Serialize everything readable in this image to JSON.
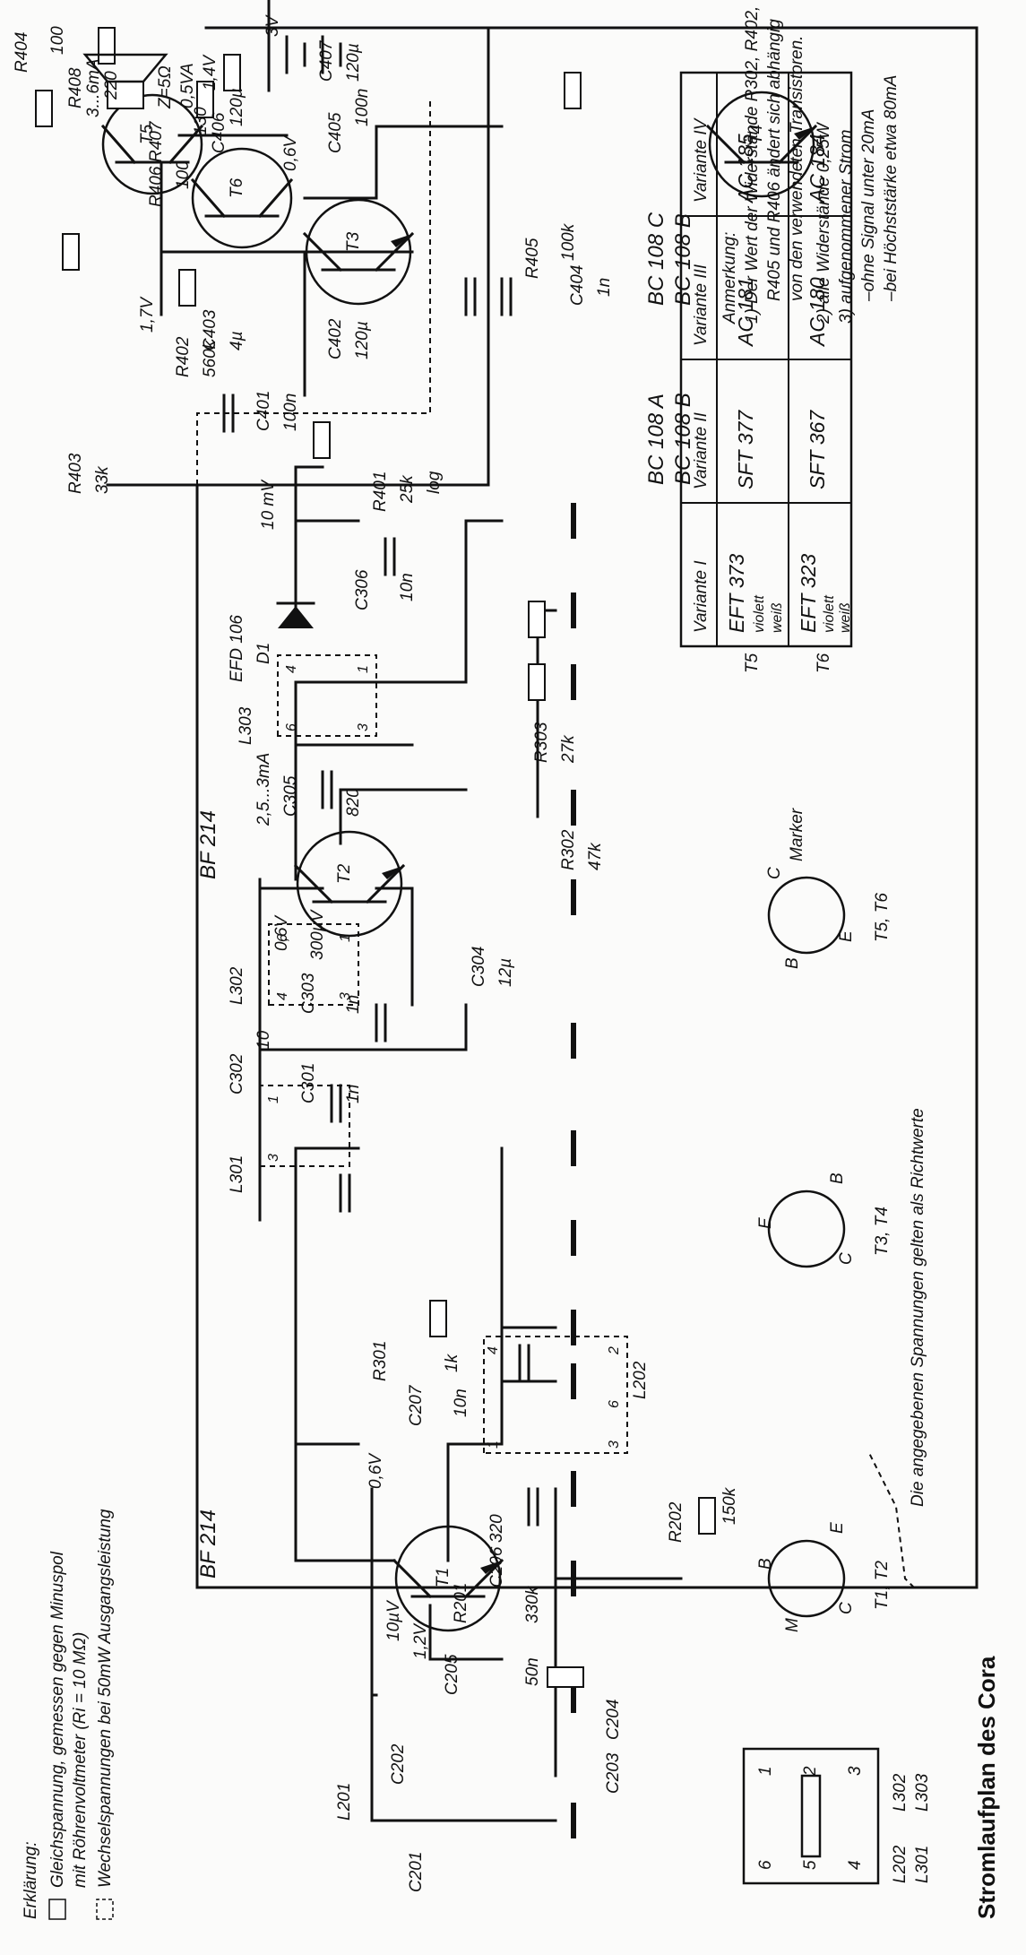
{
  "title": "Stromlaufplan des Cora",
  "legend": {
    "heading": "Erklärung:",
    "line1a": "Gleichspannung, gemessen gegen Minuspol",
    "line1b": "mit Röhrenvoltmeter (Ri = 10 MΩ)",
    "line2": "Wechselspannungen bei 50mW Ausgangsleistung"
  },
  "footnote_voltages": "Die angegebenen Spannungen gelten als Richtwerte",
  "remarks": {
    "heading": "Anmerkung:",
    "lines": [
      "1) Der Wert der Widerstände R302, R402,",
      "R405 und R406 ändert sich abhängig",
      "von den verwendeten Transistoren.",
      "2) alle Widerstände 0,25W",
      "3) aufgenommener Strom",
      "–ohne Signal unter 20mA",
      "–bei Höchststärke etwa 80mA"
    ]
  },
  "transistor_types": {
    "T1": "BF 214",
    "T2": "BF 214",
    "T3": "BC 108 A",
    "T3b": "BC 108 B",
    "T4": "BC 108 C",
    "T4b": "BC 108 B",
    "D1a": "EFD 106",
    "D1b": "D1"
  },
  "variants_table": {
    "headers": [
      "Variante I",
      "Variante II",
      "Variante III",
      "Variante IV"
    ],
    "rows": [
      {
        "label": "T5",
        "cells": [
          "EFT 373",
          "SFT 377",
          "AC 181",
          "AC 185"
        ],
        "sub": [
          "violett",
          "weiß"
        ]
      },
      {
        "label": "T6",
        "cells": [
          "EFT 323",
          "SFT 367",
          "AC 180",
          "AC 184"
        ],
        "sub": [
          "violett",
          "weiß"
        ]
      }
    ]
  },
  "pinouts": [
    {
      "label": "T1, T2",
      "pins": [
        "M",
        "B",
        "E",
        "C"
      ]
    },
    {
      "label": "T3, T4",
      "pins": [
        "E",
        "B",
        "C"
      ]
    },
    {
      "label": "T5, T6",
      "pins": [
        "B",
        "C",
        "E"
      ],
      "marker": "Marker"
    }
  ],
  "coil_base": {
    "pins": [
      "6",
      "5",
      "4",
      "1",
      "2",
      "3"
    ],
    "left": [
      "L202",
      "L301"
    ],
    "right": [
      "L302",
      "L303"
    ]
  },
  "components": {
    "L201": "L201",
    "C201": "C201",
    "C202": "C202",
    "C203": "C203",
    "C204": "C204",
    "C205": "C205",
    "C205v": "50n",
    "C206": "C206",
    "C206v": "320",
    "R201": "R201",
    "R201v": "330k",
    "R202": "R202",
    "R202v": "150k",
    "R301": "R301",
    "R301v": "1k",
    "C207": "C207",
    "C207v": "10n",
    "L202": "L202",
    "T1": "T1",
    "L301": "L301",
    "C301": "C301",
    "C301v": "1n",
    "C302": "C302",
    "C302v": "10",
    "C303": "C303",
    "C303v": "1n",
    "L302": "L302",
    "C304": "C304",
    "C304v": "12µ",
    "T2": "T2",
    "C305": "C305",
    "C305v": "820",
    "L303": "L303",
    "R302": "R302",
    "R302v": "47k",
    "R303": "R303",
    "R303v": "27k",
    "C306": "C306",
    "C306v": "10n",
    "R401": "R401",
    "R401v": "25k",
    "R401l": "log",
    "C401": "C401",
    "C401v": "100n",
    "R402": "R402",
    "R402v": "560k",
    "T3": "T3",
    "R403": "R403",
    "R403v": "33k",
    "C402": "C402",
    "C402v": "120µ",
    "C403": "C403",
    "C403v": "4µ",
    "T4": "T4",
    "R404": "R404",
    "R404v": "100",
    "R405": "R405",
    "R405v": "100k",
    "C404": "C404",
    "C404v": "1n",
    "R406": "R406",
    "R406v": "100",
    "R407": "R407",
    "R407v": "130",
    "R408": "R408",
    "R408v": "220",
    "C405": "C405",
    "C405v": "100n",
    "T5": "T5",
    "T6": "T6",
    "C406": "C406",
    "C406v": "120µ",
    "C407": "C407",
    "C407v": "120µ",
    "speaker": "Z=5Ω",
    "speakerw": "0,5VA",
    "battery": "3V"
  },
  "measurements": {
    "v_T1b": "1,2V",
    "ac_T1b": "10µV",
    "v_T1e": "0,6V",
    "v_T2b": "0,6V",
    "ac_T2b": "300µV",
    "i_T2": "2,5...3mA",
    "ac_R401": "10 mV",
    "v_T3": "1,7V",
    "v_T4": "0,6V",
    "v_T56": "1,4V",
    "i_T5": "3...6mA"
  },
  "pin_numbers": {
    "l301": [
      "3",
      "1"
    ],
    "l302": [
      "4",
      "6",
      "3",
      "1"
    ],
    "l303": [
      "6",
      "4",
      "3",
      "1"
    ],
    "l202": [
      "1",
      "4",
      "3",
      "6",
      "2"
    ]
  }
}
